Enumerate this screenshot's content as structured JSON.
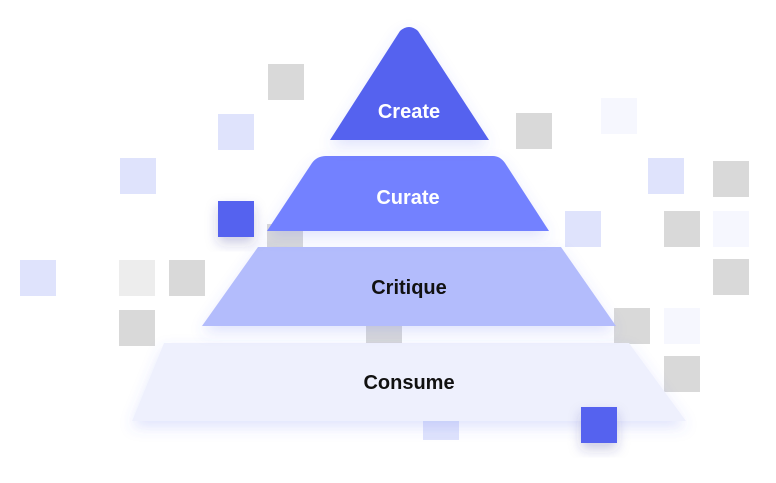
{
  "pyramid": {
    "levels": [
      {
        "label": "Create",
        "fill": "#5562EF",
        "text_color": "#FFFFFF"
      },
      {
        "label": "Curate",
        "fill": "#7381FF",
        "text_color": "#FFFFFF"
      },
      {
        "label": "Critique",
        "fill": "#B3BCFC",
        "text_color": "#111111"
      },
      {
        "label": "Consume",
        "fill": "#EEF0FD",
        "text_color": "#111111"
      }
    ]
  },
  "colors": {
    "grey_square": "#D9D9D9",
    "lavender_square": "#DFE3FC",
    "accent_square": "#5562EF"
  }
}
